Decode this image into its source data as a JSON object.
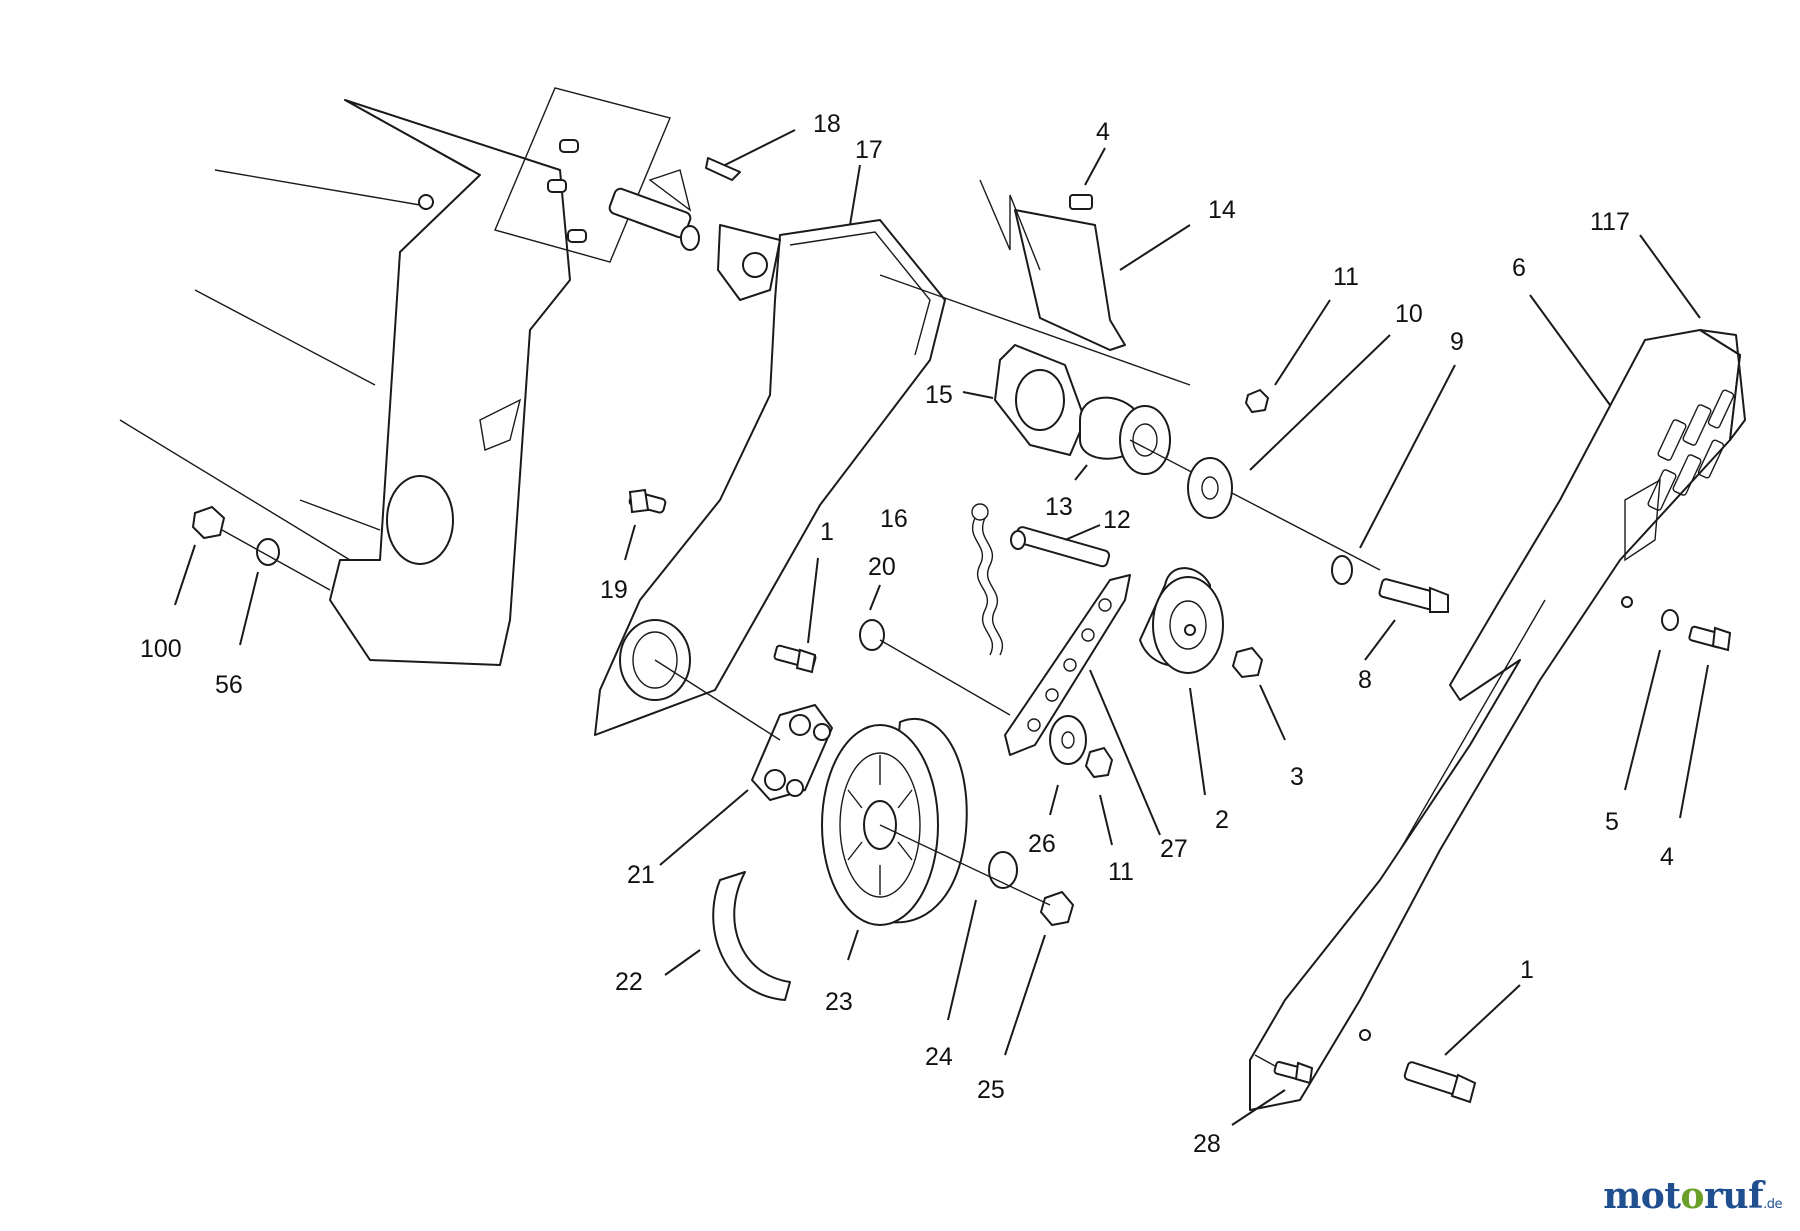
{
  "diagram": {
    "callouts": [
      {
        "id": "c18",
        "label": "18"
      },
      {
        "id": "c17",
        "label": "17"
      },
      {
        "id": "c4a",
        "label": "4"
      },
      {
        "id": "c14",
        "label": "14"
      },
      {
        "id": "c117",
        "label": "117"
      },
      {
        "id": "c11a",
        "label": "11"
      },
      {
        "id": "c6",
        "label": "6"
      },
      {
        "id": "c10",
        "label": "10"
      },
      {
        "id": "c9",
        "label": "9"
      },
      {
        "id": "c15",
        "label": "15"
      },
      {
        "id": "c13",
        "label": "13"
      },
      {
        "id": "c16",
        "label": "16"
      },
      {
        "id": "c12",
        "label": "12"
      },
      {
        "id": "c1a",
        "label": "1"
      },
      {
        "id": "c20",
        "label": "20"
      },
      {
        "id": "c19",
        "label": "19"
      },
      {
        "id": "c100",
        "label": "100"
      },
      {
        "id": "c56",
        "label": "56"
      },
      {
        "id": "c8",
        "label": "8"
      },
      {
        "id": "c3",
        "label": "3"
      },
      {
        "id": "c2",
        "label": "2"
      },
      {
        "id": "c27",
        "label": "27"
      },
      {
        "id": "c26",
        "label": "26"
      },
      {
        "id": "c11b",
        "label": "11"
      },
      {
        "id": "c21",
        "label": "21"
      },
      {
        "id": "c22",
        "label": "22"
      },
      {
        "id": "c23",
        "label": "23"
      },
      {
        "id": "c24",
        "label": "24"
      },
      {
        "id": "c25",
        "label": "25"
      },
      {
        "id": "c5",
        "label": "5"
      },
      {
        "id": "c4b",
        "label": "4"
      },
      {
        "id": "c1b",
        "label": "1"
      },
      {
        "id": "c28",
        "label": "28"
      }
    ]
  },
  "watermark": {
    "part1": "mot",
    "part2": "o",
    "part3": "ruf",
    "tld": ".de",
    "color_blue": "#1f4f8f",
    "color_green": "#6aa02a"
  }
}
